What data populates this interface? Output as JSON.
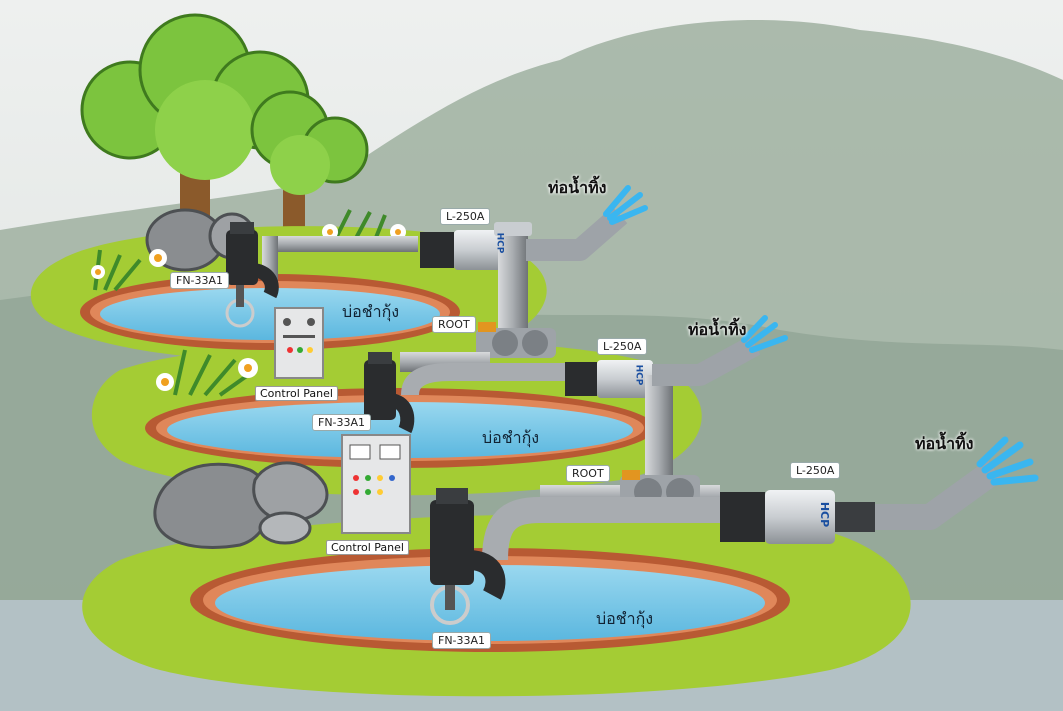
{
  "pond_label": "บ่อชำกุ้ง",
  "waste_pipe_label": "ท่อน้ำทิ้ง",
  "pump_model": "FN-33A1",
  "aerator_model": "L-250A",
  "blower_label": "ROOT",
  "control_panel_label": "Control Panel",
  "brand_mark": "HCP",
  "colors": {
    "grass": "#a4cc34",
    "pond_water": "#72c6e6",
    "pond_rim": "#b85a33",
    "pipe": "#a8acb0",
    "tree_foliage": "#7cc43e",
    "water_spray": "#3ab6f0"
  }
}
